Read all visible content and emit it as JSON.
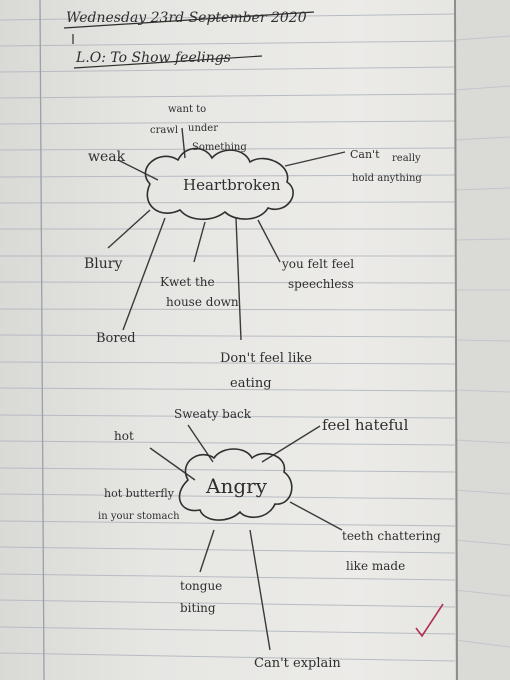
{
  "header": {
    "date": "Wednesday 23rd September 2020",
    "objective": "L.O: To Show feelings"
  },
  "map1": {
    "center": "Heartbroken",
    "branches": [
      "weak",
      "want to",
      "crawl",
      "under",
      "Something",
      "Can't",
      "really",
      "hold anything",
      "Blury",
      "Bored",
      "Kwet the",
      "house down",
      "you felt feel",
      "speechless",
      "Don't feel like",
      "eating"
    ]
  },
  "map2": {
    "center": "Angry",
    "branches": [
      "hot",
      "Sweaty back",
      "feel hateful",
      "hot butterfly",
      "in your stomach",
      "teeth chattering",
      "like made",
      "tongue",
      "biting",
      "Can't explain"
    ]
  },
  "colors": {
    "paper": "#e9e9e6",
    "rule": "#b7bcc3",
    "margin": "#9aa0a8",
    "pencil": "#2e2e2e",
    "tick": "#b03050"
  }
}
